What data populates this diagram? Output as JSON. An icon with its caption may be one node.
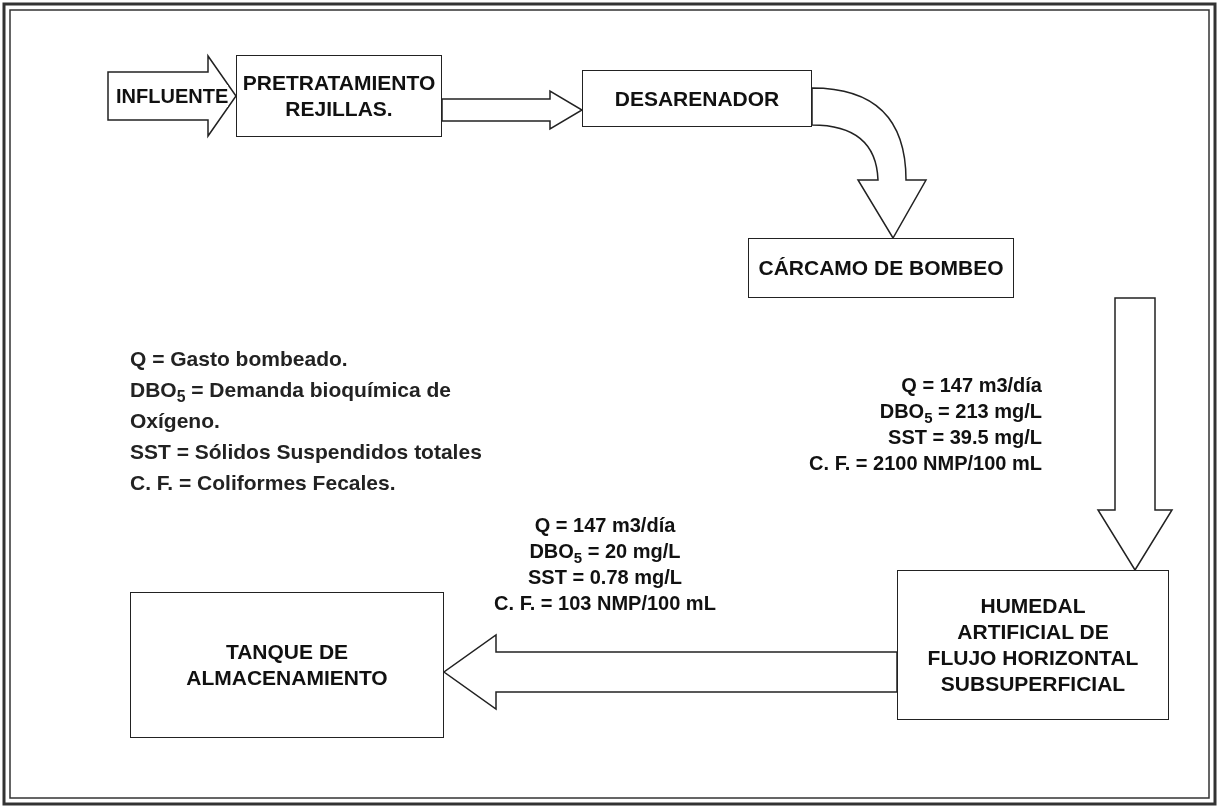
{
  "diagram": {
    "nodes": [
      {
        "text": [
          "PRETRATAMIENTO REJILLAS."
        ]
      },
      {
        "text": [
          "DESARENADOR"
        ]
      },
      {
        "text": [
          "CÁRCAMO DE BOMBEO"
        ]
      },
      {
        "text": [
          "HUMEDAL ARTIFICIAL DE FLUJO HORIZONTAL SUBSUPERFICIAL"
        ]
      },
      {
        "text": [
          "TANQUE DE ALMACENAMIENTO"
        ]
      }
    ],
    "edges": [
      {
        "from": null,
        "to": 0,
        "arrow": "to",
        "label": "INFLUENTE"
      },
      {
        "from": 0,
        "to": 1,
        "arrow": "to"
      },
      {
        "from": 1,
        "to": 2,
        "arrow": "to"
      },
      {
        "from": 2,
        "to": 3,
        "arrow": "to"
      },
      {
        "from": 3,
        "to": 4,
        "arrow": "to"
      }
    ],
    "labels": [
      "Q = Gasto bombeado.",
      "DBO$_{5}$ = Demanda bioquímica de Oxígeno.",
      "SST = Sólidos Suspendidos totales",
      "C. F. = Coliformes Fecales.",
      "Q = 147 m3/día",
      "DBO$_{5}$ = 213 mg/L",
      "SST = 39.5 mg/L",
      "C. F. = 2100 NMP/100 mL",
      "Q = 147 m3/día",
      "DBO$_{5}$ = 20 mg/L",
      "SST = 0.78 mg/L",
      "C. F. = 103 NMP/100 mL"
    ]
  }
}
